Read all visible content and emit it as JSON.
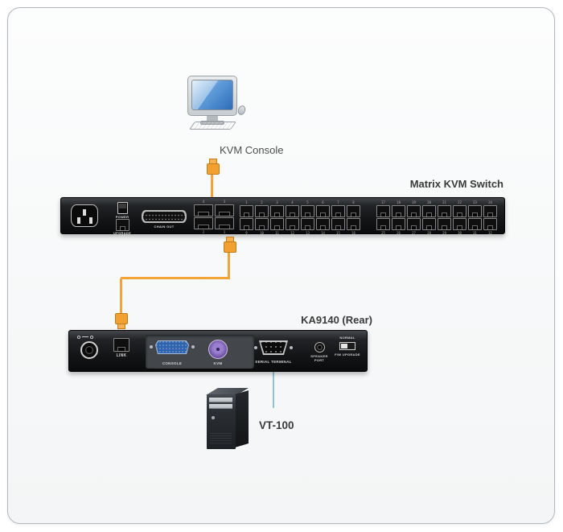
{
  "diagram": {
    "console_label": "KVM Console",
    "switch_label": "Matrix KVM Switch",
    "extender_label": "KA9140 (Rear)",
    "terminal_label": "VT-100"
  },
  "switch": {
    "power_label": "POWER",
    "upgrade_label": "UPGRADE",
    "chain_out_label": "CHAIN OUT",
    "console_port_group": {
      "cols": 2,
      "rows": 2,
      "top_numbers": [
        "4",
        "3"
      ],
      "bottom_numbers": [
        "2",
        "1"
      ]
    },
    "bank_a": {
      "cols": 8,
      "rows": 2,
      "top_numbers": [
        "1",
        "2",
        "3",
        "4",
        "5",
        "6",
        "7",
        "8"
      ],
      "bottom_numbers": [
        "9",
        "10",
        "11",
        "12",
        "13",
        "14",
        "15",
        "16"
      ]
    },
    "bank_b": {
      "cols": 8,
      "rows": 2,
      "top_numbers": [
        "17",
        "18",
        "19",
        "20",
        "21",
        "22",
        "23",
        "24"
      ],
      "bottom_numbers": [
        "25",
        "26",
        "27",
        "28",
        "29",
        "30",
        "31",
        "32"
      ]
    }
  },
  "extender": {
    "link_label": "LINK",
    "console_label": "CONSOLE",
    "kvm_label": "KVM",
    "serial_label": "SERIAL TERMINAL",
    "speaker_label": "SPEAKER PORT",
    "normal_label": "NORMAL",
    "fw_upgrade_label": "F/W UPGRADE"
  },
  "colors": {
    "cable_kvm": "#F4A338",
    "cable_serial": "#93C0D4",
    "device_black": "#1A1C1E",
    "screen_blue": "#3E79C4",
    "vga_port_blue": "#2F63AE",
    "ps2_port_purple": "#7A5FAE"
  }
}
